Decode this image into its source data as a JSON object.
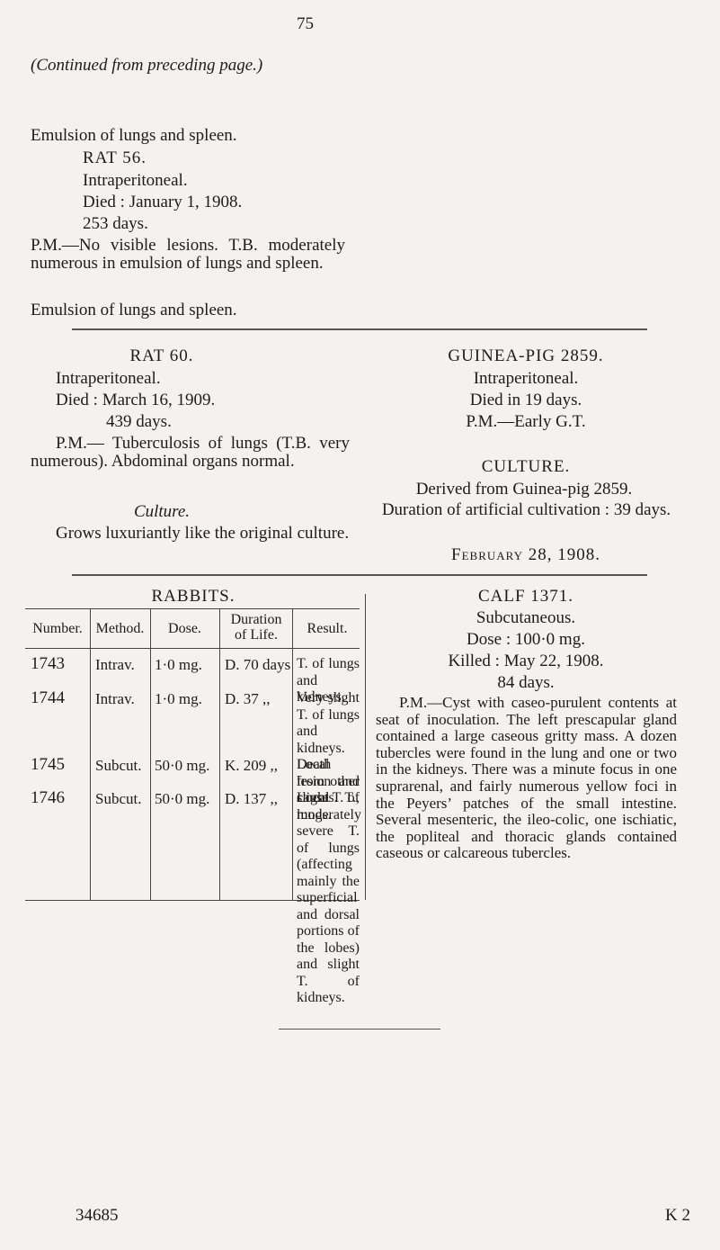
{
  "page": {
    "number": "75",
    "continued": "(Continued from preceding page.)",
    "footer_left": "34685",
    "footer_right": "K 2"
  },
  "top_block": {
    "intro": "Emulsion of lungs and spleen.",
    "rat": "RAT 56.",
    "route": "Intraperitoneal.",
    "died": "Died : January 1, 1908.",
    "days": "253 days.",
    "pm": "P.M.—No visible lesions. T.B. moderately numerous in emulsion of lungs and spleen."
  },
  "second_intro": "Emulsion of lungs and spleen.",
  "rat60": {
    "title": "RAT 60.",
    "route": "Intraperitoneal.",
    "died": "Died : March 16, 1909.",
    "days": "439 days.",
    "pm": "P.M.— Tuberculosis of lungs (T.B. very numerous). Abdominal organs normal.",
    "culture_heading": "Culture.",
    "culture_text": "Grows luxuriantly like the original culture."
  },
  "guinea_pig": {
    "title": "GUINEA-PIG 2859.",
    "route": "Intraperitoneal.",
    "died": "Died in 19 days.",
    "pm": "P.M.—Early G.T.",
    "culture_heading": "CULTURE.",
    "derived": "Derived from Guinea-pig 2859.",
    "duration": "Duration of artificial cultivation : 39 days.",
    "date": "February 28, 1908."
  },
  "rabbits": {
    "title": "RABBITS.",
    "headers": [
      "Number.",
      "Method.",
      "Dose.",
      "Duration of Life.",
      "Result."
    ],
    "rows": [
      {
        "number": "1743",
        "method": "Intrav.",
        "dose": "1·0 mg.",
        "duration": "D. 70 days",
        "result": "T. of lungs and kidneys."
      },
      {
        "number": "1744",
        "method": "Intrav.",
        "dose": "1·0 mg.",
        "duration": "D. 37 ,,",
        "result": "Very slight T. of lungs and kidneys. Death from other causes."
      },
      {
        "number": "1745",
        "method": "Subcut.",
        "dose": "50·0 mg.",
        "duration": "K. 209 ,,",
        "result": "Local lesion and slight T. of lungs."
      },
      {
        "number": "1746",
        "method": "Subcut.",
        "dose": "50·0 mg.",
        "duration": "D. 137 ,,",
        "result": "Local T., moderately severe T. of lungs (affecting mainly the superficial and dorsal portions of the lobes) and slight T. of kidneys."
      }
    ]
  },
  "calf": {
    "title": "CALF 1371.",
    "route": "Subcutaneous.",
    "dose": "Dose : 100·0 mg.",
    "killed": "Killed : May 22, 1908.",
    "days": "84 days.",
    "pm": "P.M.—Cyst with caseo-purulent contents at seat of inoculation. The left prescapular gland contained a large caseous gritty mass. A dozen tubercles were found in the lung and one or two in the kidneys. There was a minute focus in one suprarenal, and fairly numerous yellow foci in the Peyers’ patches of the small intestine. Several mesenteric, the ileo-colic, one ischiatic, the popliteal and thoracic glands contained caseous or calcareous tubercles."
  }
}
